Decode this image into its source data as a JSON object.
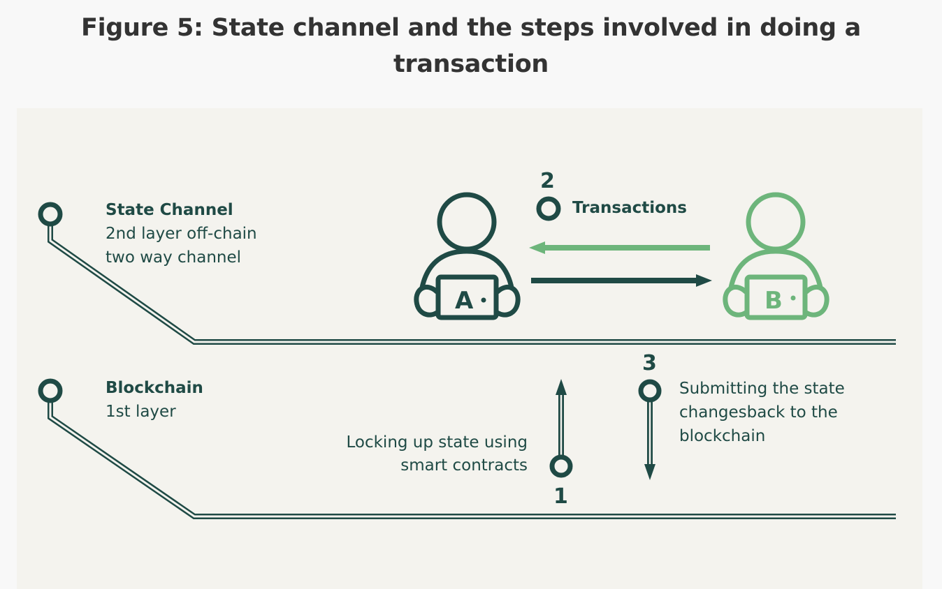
{
  "title": {
    "line1": "Figure 5: State channel and the steps involved in doing a",
    "line2": "transaction"
  },
  "colors": {
    "page_bg": "#f8f8f8",
    "panel_bg": "#f4f3ee",
    "dark_teal": "#1f4a45",
    "green": "#6db57b",
    "title_text": "#333333"
  },
  "layers": [
    {
      "name": "State Channel",
      "lines": [
        "2nd layer off-chain",
        "two way channel"
      ]
    },
    {
      "name": "Blockchain",
      "lines": [
        "1st layer"
      ]
    }
  ],
  "participants": [
    {
      "letter": "A",
      "color": "#1f4a45",
      "icon": "person-with-laptop-icon"
    },
    {
      "letter": "B",
      "color": "#6db57b",
      "icon": "person-with-laptop-icon"
    }
  ],
  "steps": [
    {
      "number": "1",
      "lines": [
        "Locking up state using",
        "smart contracts"
      ],
      "direction": "up"
    },
    {
      "number": "2",
      "label": "Transactions",
      "direction": "bidirectional"
    },
    {
      "number": "3",
      "lines": [
        "Submitting the state",
        "changesback to the",
        "blockchain"
      ],
      "direction": "down"
    }
  ]
}
